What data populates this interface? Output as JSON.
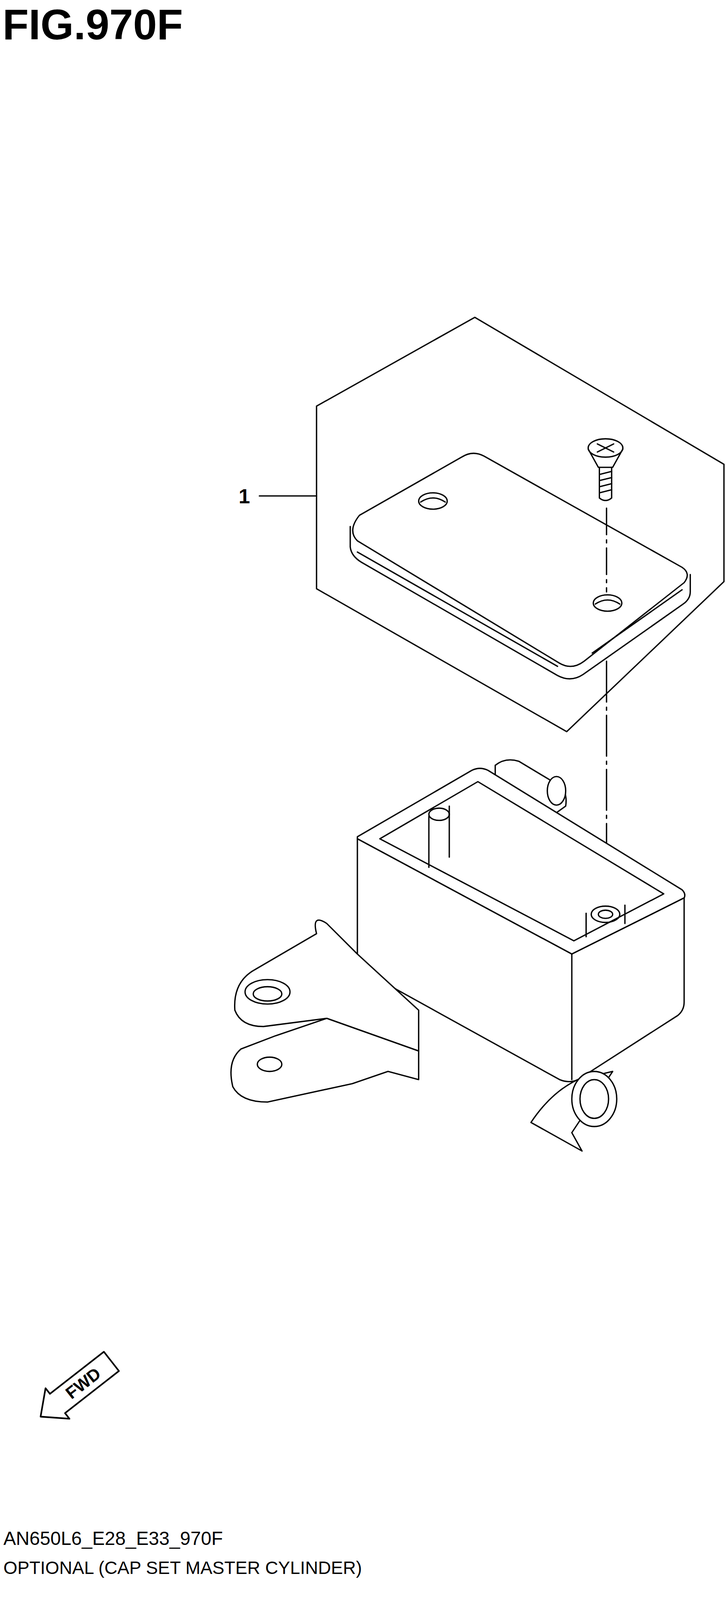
{
  "diagram": {
    "title": "FIG.970F",
    "caption": "OPTIONAL (CAP SET MASTER CYLINDER)",
    "labels": [
      "1",
      "FWD",
      "AN650L6_E28_E33_970F"
    ]
  }
}
